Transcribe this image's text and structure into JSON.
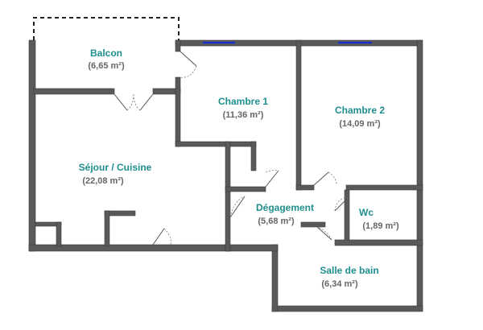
{
  "colors": {
    "label": "#1f8e8e",
    "wall": "#5a5a5a",
    "window": "#1c2fd0"
  },
  "rooms": [
    {
      "key": "balcon",
      "name": "Balcon",
      "area": "(6,65 m²)"
    },
    {
      "key": "chambre1",
      "name": "Chambre 1",
      "area": "(11,36 m²)"
    },
    {
      "key": "chambre2",
      "name": "Chambre 2",
      "area": "(14,09 m²)"
    },
    {
      "key": "sejour",
      "name": "Séjour / Cuisine",
      "area": "(22,08 m²)"
    },
    {
      "key": "degagement",
      "name": "Dégagement",
      "area": "(5,68 m²)"
    },
    {
      "key": "wc",
      "name": "Wc",
      "area": "(1,89 m²)"
    },
    {
      "key": "sdb",
      "name": "Salle de bain",
      "area": "(6,34 m²)"
    }
  ]
}
